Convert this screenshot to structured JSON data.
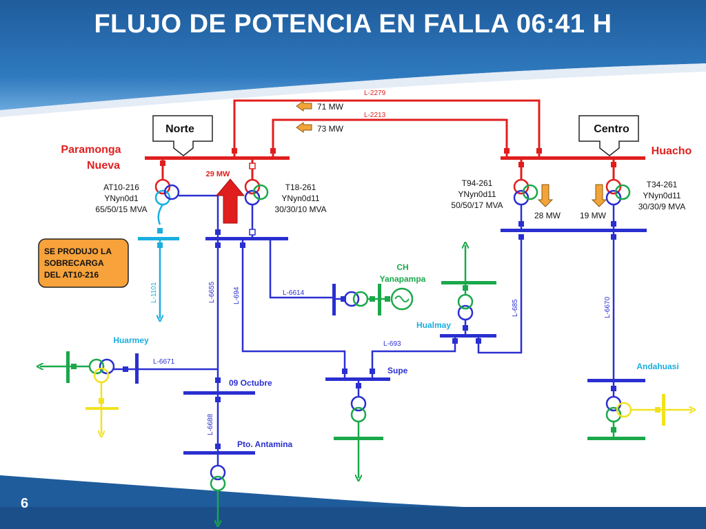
{
  "slide": {
    "title": "FLUJO DE POTENCIA EN FALLA 06:41 H",
    "number": "6"
  },
  "callouts": {
    "norte": "Norte",
    "centro": "Centro"
  },
  "note": {
    "line1": "SE PRODUJO LA",
    "line2": "SOBRECARGA",
    "line3": "DEL AT10-216"
  },
  "flows": {
    "l2279": "71 MW",
    "l2213": "73 MW",
    "t18": "29 MW",
    "t94": "28 MW",
    "t34": "19 MW"
  },
  "lines": {
    "l2279": "L-2279",
    "l2213": "L-2213",
    "l1101": "L-1101",
    "l6655": "L-6655",
    "l694": "L-694",
    "l6614": "L-6614",
    "l685": "L-685",
    "l6670": "L-6670",
    "l6671": "L-6671",
    "l693": "L-693",
    "l6688": "L-6688"
  },
  "substations": {
    "paramonga1": "Paramonga",
    "paramonga2": "Nueva",
    "huacho": "Huacho",
    "huarmey": "Huarmey",
    "octubre": "09 Octubre",
    "antamina": "Pto. Antamina",
    "supe": "Supe",
    "hualmay": "Hualmay",
    "andahuasi": "Andahuasi",
    "ch1": "CH",
    "ch2": "Yanapampa"
  },
  "transformers": {
    "at10": {
      "name": "AT10-216",
      "group": "YNyn0d1",
      "rating": "65/50/15 MVA"
    },
    "t18": {
      "name": "T18-261",
      "group": "YNyn0d11",
      "rating": "30/30/10 MVA"
    },
    "t94": {
      "name": "T94-261",
      "group": "YNyn0d11",
      "rating": "50/50/17 MVA"
    },
    "t34": {
      "name": "T34-261",
      "group": "YNyn0d11",
      "rating": "30/30/9 MVA"
    }
  },
  "colors": {
    "red": "#e01e1e",
    "blue": "#2a2fd0",
    "cyan": "#1aaee0",
    "green": "#1aa84a",
    "yellow": "#f2e21e",
    "orange": "#f2a43a",
    "note_bg": "#f7a23b",
    "header": "#1e5a9a"
  }
}
